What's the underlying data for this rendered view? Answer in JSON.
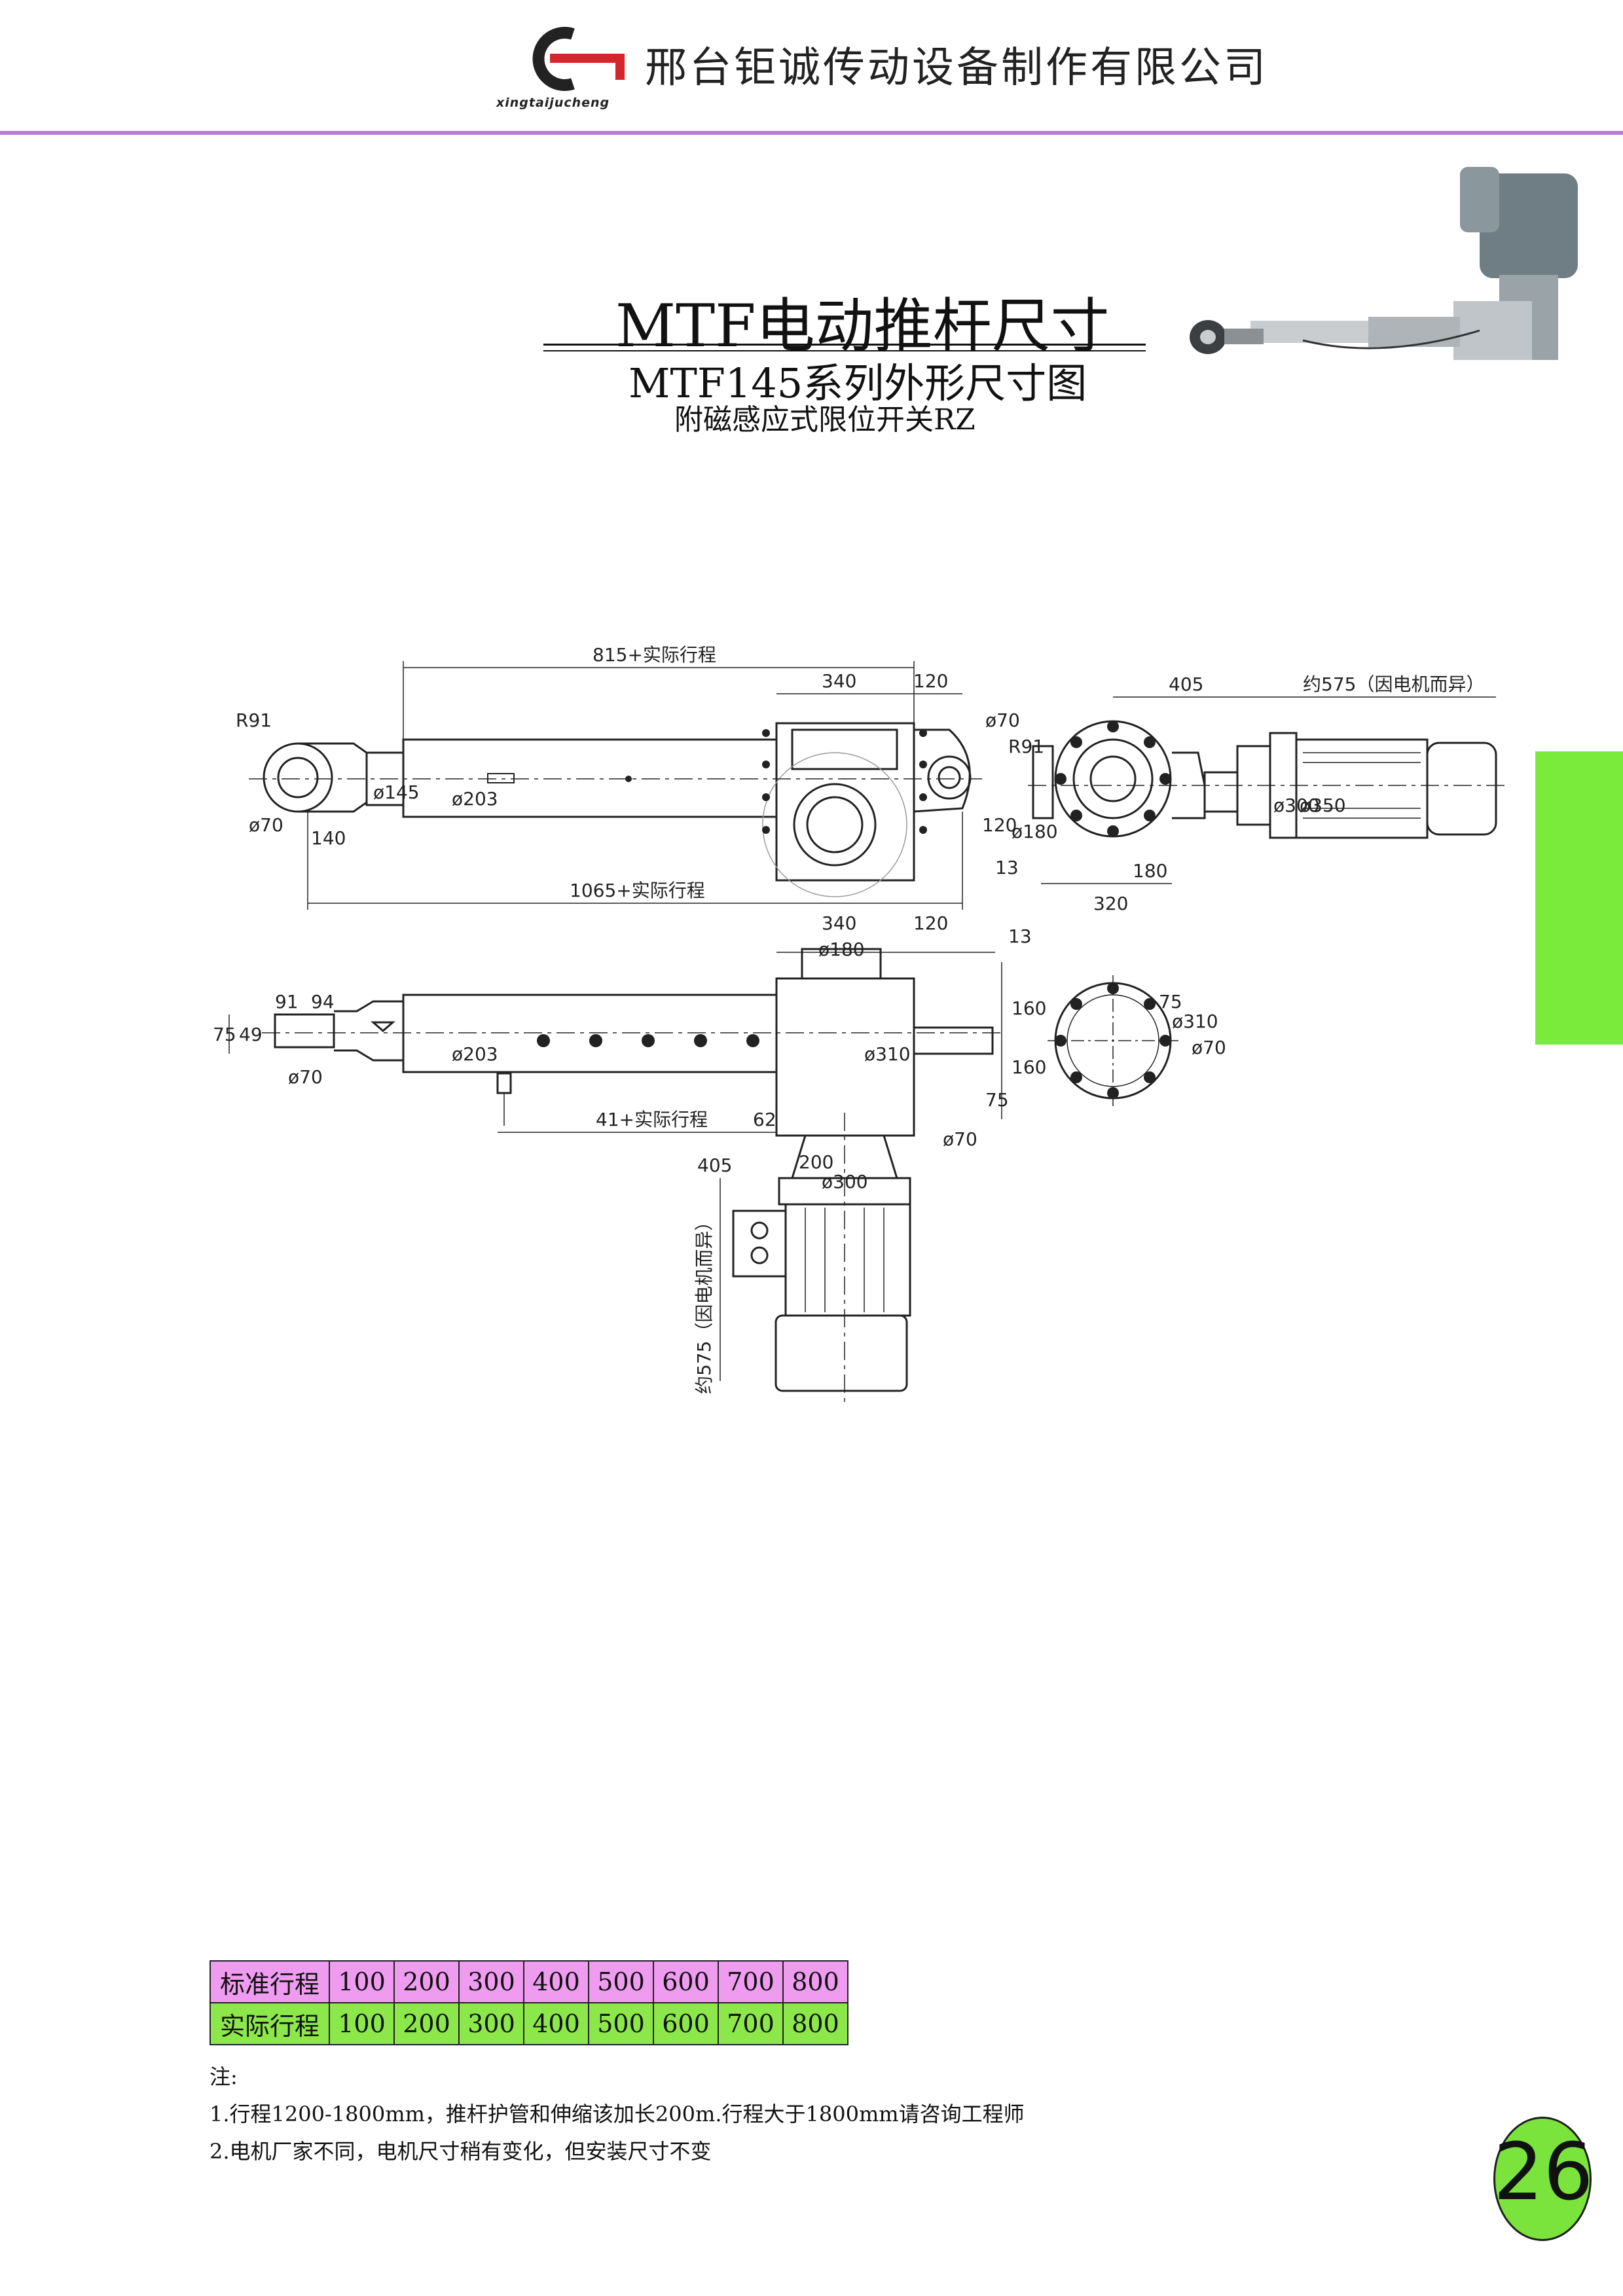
{
  "header": {
    "company_name": "邢台钜诚传动设备制作有限公司",
    "logo_text": "xingtaijucheng"
  },
  "titles": {
    "main": "MTF电动推杆尺寸",
    "sub": "MTF145系列外形尺寸图",
    "switch": "附磁感应式限位开关RZ"
  },
  "drawing": {
    "overall_top": "815+实际行程",
    "overall_bottom": "1065+实际行程",
    "stroke_dim": "41+实际行程",
    "motor_len_h": "约575（因电机而异）",
    "motor_len_v": "约575（因电机而异）",
    "dims": {
      "d340": "340",
      "d120": "120",
      "d405": "405",
      "r91": "R91",
      "d70": "ø70",
      "d145": "ø145",
      "d203": "ø203",
      "d140": "140",
      "d180": "ø180",
      "d13": "13",
      "d180b": "180",
      "d320": "320",
      "d300": "ø300",
      "d350": "ø350",
      "d91": "91",
      "d94": "94",
      "d75": "75",
      "d49": "49",
      "d310": "ø310",
      "d160": "160",
      "d62": "62",
      "d200": "200",
      "d120v": "120"
    }
  },
  "table": {
    "std_label": "标准行程",
    "act_label": "实际行程",
    "std_values": [
      "100",
      "200",
      "300",
      "400",
      "500",
      "600",
      "700",
      "800"
    ],
    "act_values": [
      "100",
      "200",
      "300",
      "400",
      "500",
      "600",
      "700",
      "800"
    ]
  },
  "notes": {
    "label": "注:",
    "line1": "1.行程1200-1800mm，推杆护管和伸缩该加长200m.行程大于1800mm请咨询工程师",
    "line2": "2.电机厂家不同，电机尺寸稍有变化，但安装尺寸不变"
  },
  "page": {
    "number": "26"
  },
  "colors": {
    "accent_purple": "#b77ad6",
    "tab_green": "#7aeb3a",
    "std_row": "#ef9cf0",
    "act_row": "#8ce84a"
  }
}
